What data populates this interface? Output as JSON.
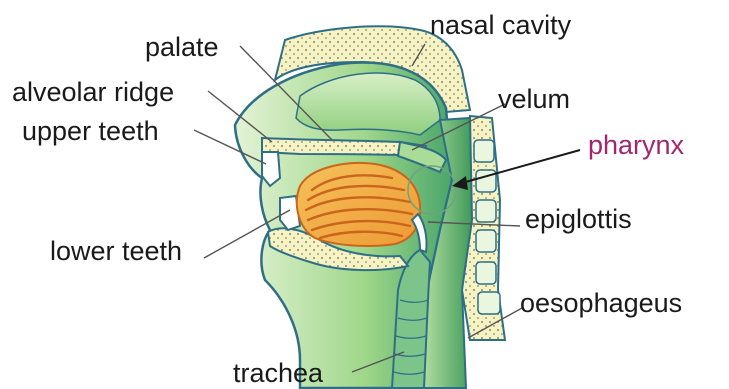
{
  "labels": {
    "palate": "palate",
    "nasal_cavity": "nasal cavity",
    "alveolar_ridge": "alveolar ridge",
    "velum": "velum",
    "upper_teeth": "upper teeth",
    "pharynx": "pharynx",
    "epiglottis": "epiglottis",
    "lower_teeth": "lower teeth",
    "oesophageus": "oesophageus",
    "trachea": "trachea"
  },
  "colors": {
    "tissue_light": "#d9efc9",
    "tissue_green": "#8fcf7f",
    "tissue_dark": "#3f9a5a",
    "outline": "#2e6f86",
    "bone": "#f6f2c4",
    "tongue_fill": "#f4b24a",
    "tongue_stripes": "#c9661c",
    "pharynx_label": "#a2266f",
    "label_text": "#1a1a1a",
    "leader_line": "#555555"
  }
}
